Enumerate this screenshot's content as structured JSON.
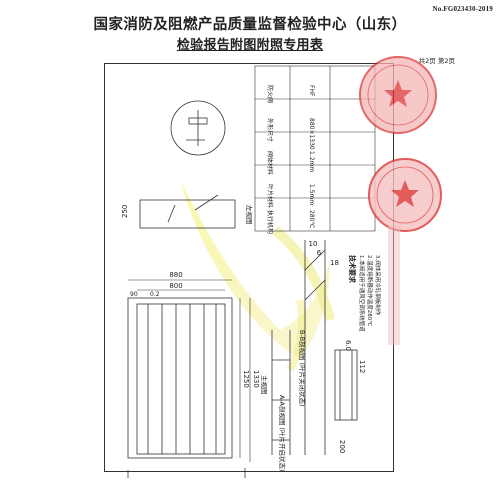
{
  "header": {
    "report_no": "No.FG023430-2019",
    "title": "国家消防及阻燃产品质量监督检验中心（山东）",
    "subtitle": "检验报告附图附照专用表",
    "page_count": "共2页 第2页"
  },
  "drawing": {
    "dims_top": [
      "880",
      "800",
      "90",
      "0.2"
    ],
    "dim_height": "250",
    "dims_side": [
      "1250",
      "1330"
    ],
    "dims_right": [
      "10",
      "6",
      "18"
    ],
    "dims_bottom_right": [
      "6.0",
      "112",
      "200"
    ],
    "view_labels": [
      "左视图",
      "主视图",
      "A-A剖视图 (叶片开启状态)",
      "B-B剖视图 (叶片关闭状态)"
    ],
    "spec_table": {
      "rows": [
        [
          "防火阀",
          "FHF"
        ],
        [
          "外形尺寸",
          "880×1330"
        ],
        [
          "阀体材料",
          "1.2mm"
        ],
        [
          "叶片材料",
          "1.5mm"
        ],
        [
          "执行机构",
          "280℃"
        ]
      ]
    },
    "notes_title": "技术要求",
    "notes": [
      "1.本阀适用于通风空调系统管道",
      "2.温度熔断器动作温度280℃",
      "3.阀体采用冷轧钢板制作"
    ]
  }
}
